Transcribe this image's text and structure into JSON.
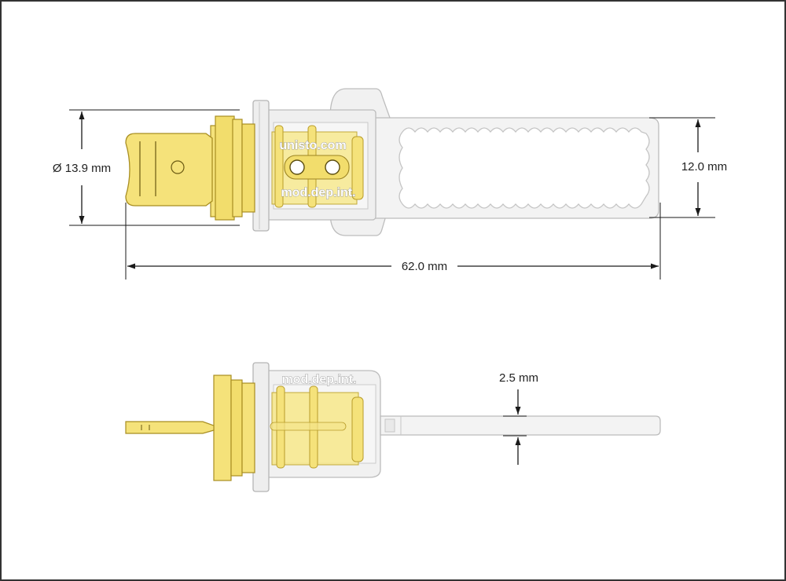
{
  "dimensions": {
    "diameter": "Ø 13.9 mm",
    "height": "12.0 mm",
    "length": "62.0 mm",
    "thickness": "2.5 mm"
  },
  "watermark": {
    "site": "unisto.com",
    "model": "mod.dep.int."
  },
  "colors": {
    "background": "#ffffff",
    "brass": "#f5e27a",
    "brass_edge": "#b89c2a",
    "plastic": "#eeeeee",
    "plastic_edge": "#b9b9b9",
    "dimension_line": "#1a1a1a",
    "frame": "#333333"
  }
}
